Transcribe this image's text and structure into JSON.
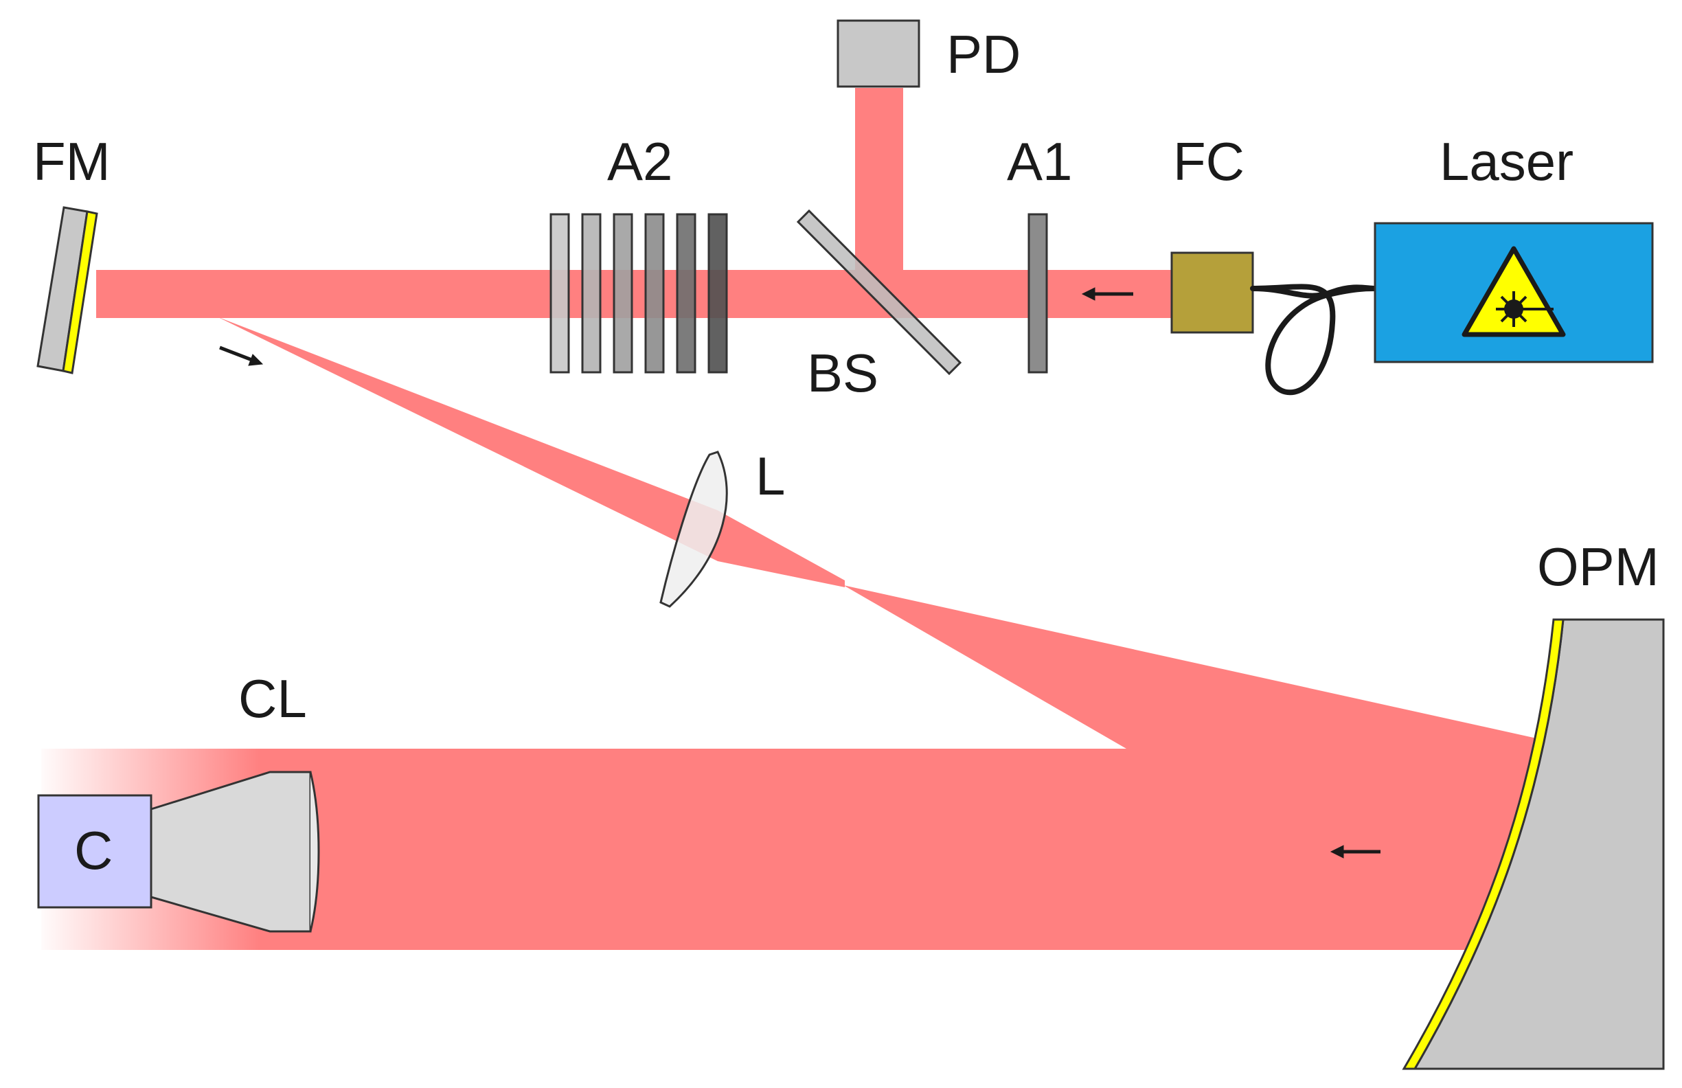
{
  "labels": {
    "pd": "PD",
    "fm": "FM",
    "a2": "A2",
    "a1": "A1",
    "fc": "FC",
    "laser": "Laser",
    "bs": "BS",
    "l": "L",
    "opm": "OPM",
    "cl": "CL",
    "c": "C"
  },
  "colors": {
    "beam": "#ff8080",
    "laser_box": "#1ba1e2",
    "warning_sign": "#ffff00",
    "fiber_coupler": "#b5a03a",
    "mirror_coating": "#ffff00",
    "mirror_body": "#c8c8c8",
    "camera": "#ccccff",
    "lens_body": "#d9d9d9",
    "attenuators": [
      "#c8c8c8",
      "#b4b4b4",
      "#a0a0a0",
      "#8c8c8c",
      "#6e6e6e",
      "#505050"
    ]
  },
  "icons": [
    "laser-warning-icon",
    "arrow-left-icon",
    "arrow-down-right-icon"
  ]
}
